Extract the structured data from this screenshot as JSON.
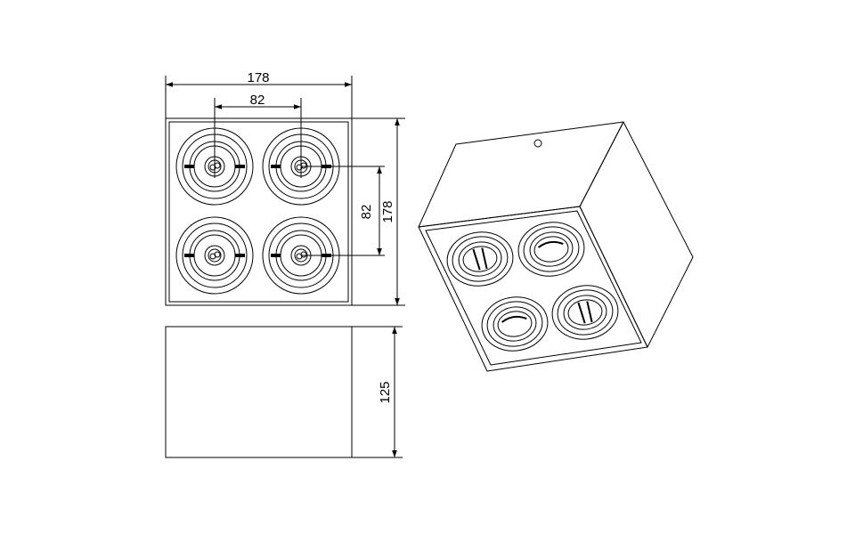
{
  "dimensions": {
    "overall_width": "178",
    "spot_spacing_horizontal": "82",
    "spot_spacing_vertical": "82",
    "overall_depth": "178",
    "height": "125"
  },
  "colors": {
    "line": "#000000",
    "background": "#ffffff"
  }
}
